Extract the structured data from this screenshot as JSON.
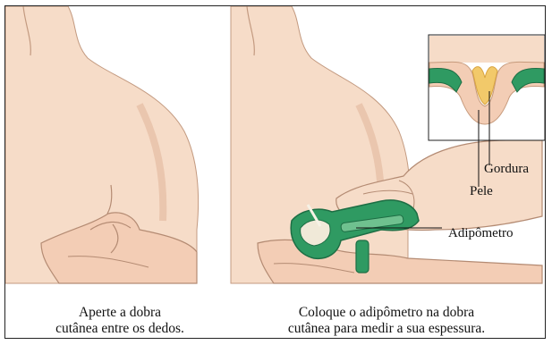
{
  "captions": {
    "left": "Aperte a dobra\ncutânea entre os dedos.",
    "right": "Coloque o adipômetro na dobra\ncutânea para medir a sua espessura."
  },
  "labels": {
    "gordura": "Gordura",
    "pele": "Pele",
    "adipometro": "Adipômetro"
  },
  "colors": {
    "skin": "#f6dcc8",
    "skin_shadow": "#e9bfa4",
    "outline": "#b48b73",
    "caliper": "#2f9a62",
    "caliper_dark": "#1d6e44",
    "fat": "#f2c96a"
  }
}
